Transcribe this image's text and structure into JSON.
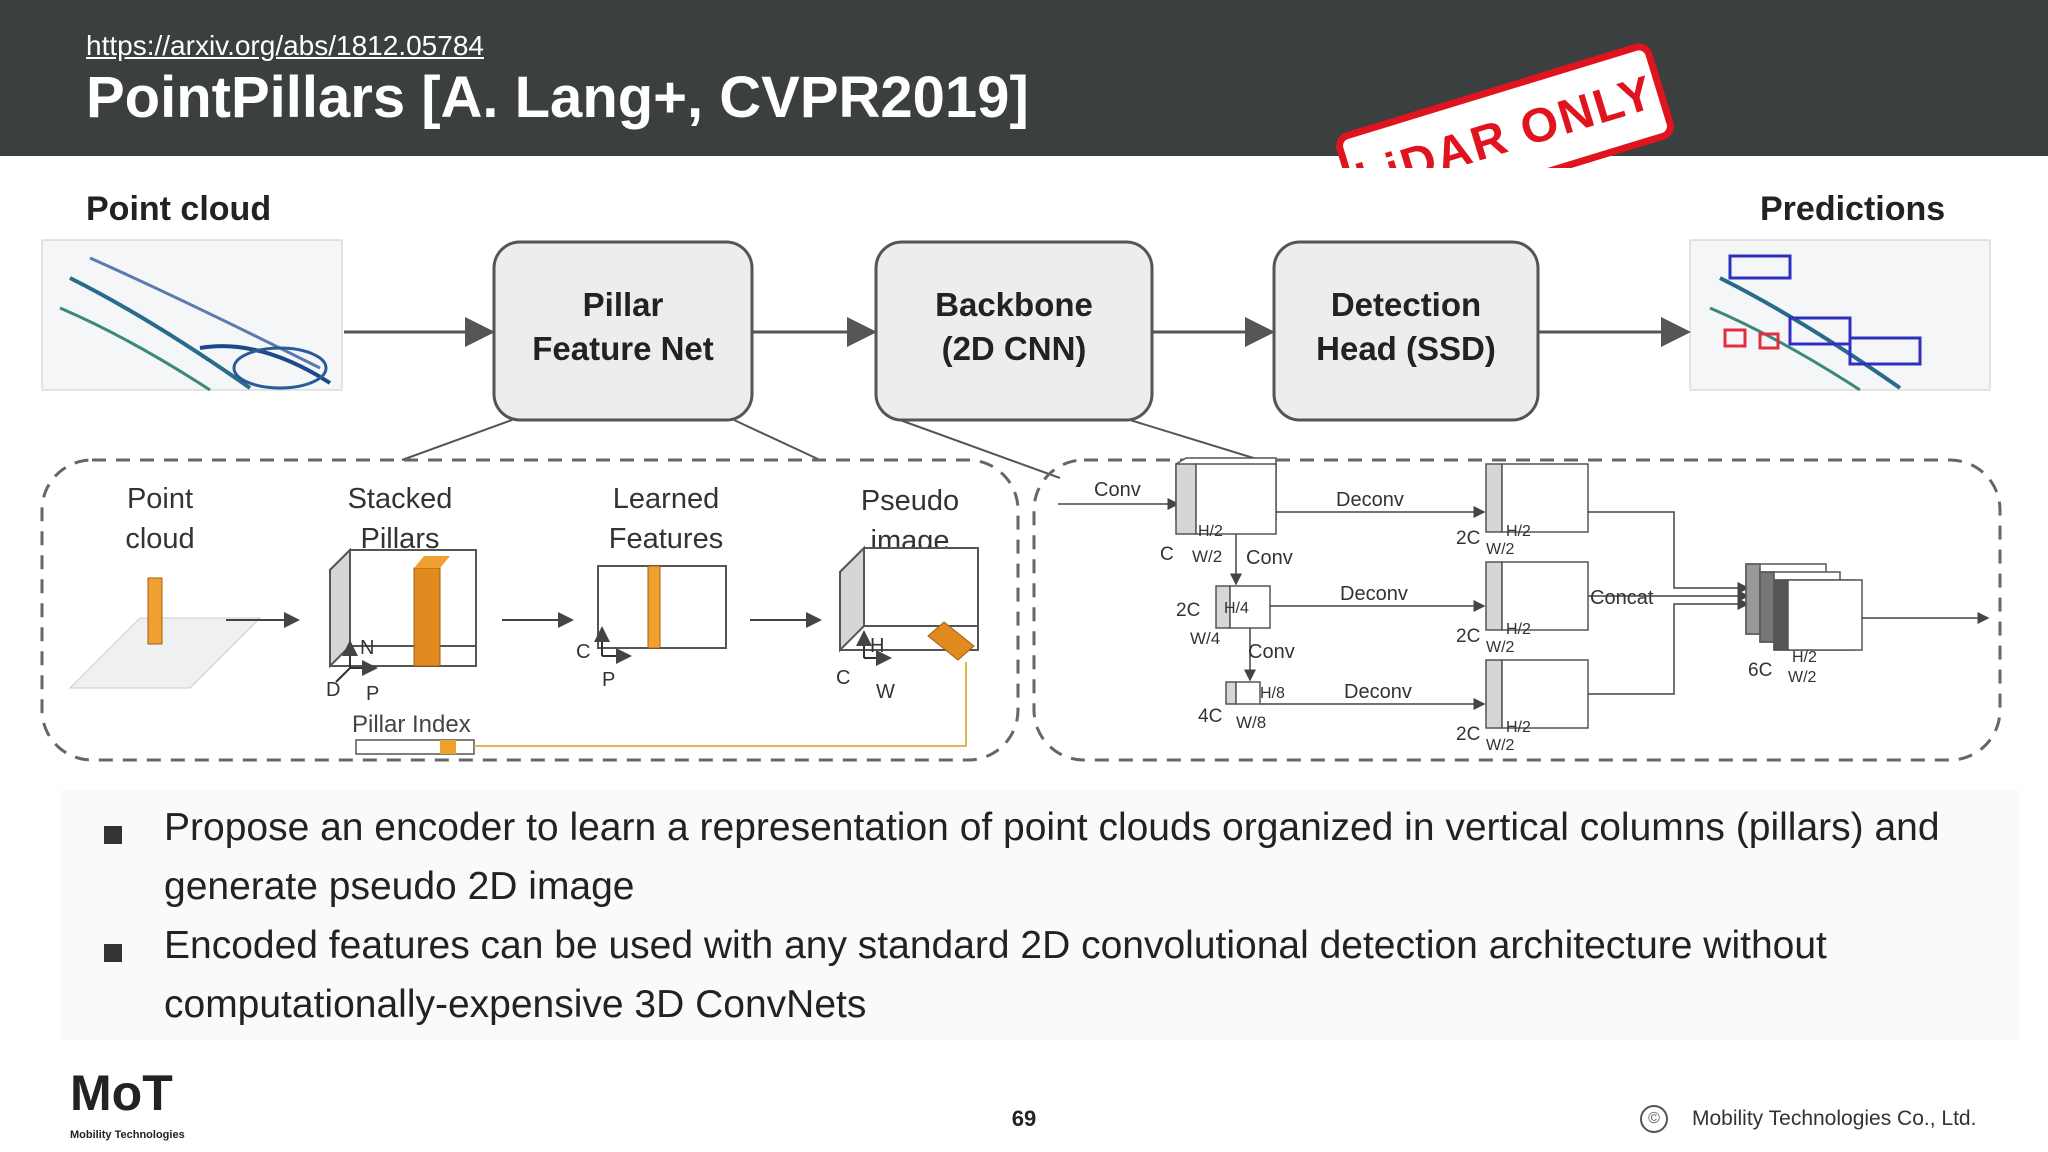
{
  "header": {
    "link": "https://arxiv.org/abs/1812.05784",
    "title": "PointPillars [A. Lang+, CVPR2019]",
    "stamp": "LiDAR ONLY",
    "bg_color": "#3b3f3f",
    "stamp_color": "#e0141e"
  },
  "diagram": {
    "input_label": "Point cloud",
    "output_label": "Predictions",
    "stages": [
      {
        "line1": "Pillar",
        "line2": "Feature Net"
      },
      {
        "line1": "Backbone",
        "line2": "(2D CNN)"
      },
      {
        "line1": "Detection",
        "line2": "Head (SSD)"
      }
    ],
    "pfn": {
      "point_cloud": [
        "Point",
        "cloud"
      ],
      "stacked_pillars": [
        "Stacked",
        "Pillars"
      ],
      "learned_features": [
        "Learned",
        "Features"
      ],
      "pseudo_image": [
        "Pseudo",
        "image"
      ],
      "pillar_index": "Pillar Index",
      "axis": {
        "d": "D",
        "n": "N",
        "p": "P",
        "c": "C",
        "h": "H",
        "w": "W"
      }
    },
    "backbone": {
      "conv": "Conv",
      "deconv": "Deconv",
      "concat": "Concat",
      "c": "C",
      "h2": "H/2",
      "w2": "W/2",
      "two_c": "2C",
      "h4": "H/4",
      "w4": "W/4",
      "four_c": "4C",
      "h8": "H/8",
      "w8": "W/8",
      "six_c": "6C"
    },
    "accent_color": "#f0a030"
  },
  "bullets": [
    "Propose an encoder to learn a representation of point clouds organized in vertical columns (pillars) and generate pseudo 2D image",
    "Encoded features can be used with any standard 2D convolutional detection architecture without computationally-expensive 3D ConvNets"
  ],
  "footer": {
    "logo_text": "MoT",
    "logo_subtext": "Mobility Technologies",
    "page_number": "69",
    "copyright_symbol": "©",
    "copyright": "Mobility Technologies Co., Ltd."
  }
}
